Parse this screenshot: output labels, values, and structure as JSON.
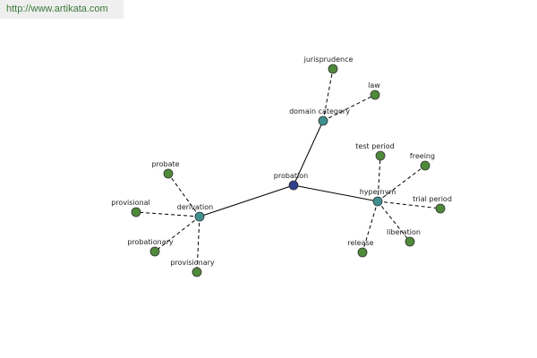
{
  "watermark": "http://www.artikata.com",
  "colors": {
    "root": "#2f3f8a",
    "relation": "#3f8f8f",
    "leaf": "#4f8a3a",
    "node_stroke": "#333333"
  },
  "graph": {
    "nodes": [
      {
        "id": "probation",
        "label": "probation",
        "kind": "root"
      },
      {
        "id": "domain_category",
        "label": "domain category",
        "kind": "relation"
      },
      {
        "id": "hypernym",
        "label": "hypernym",
        "kind": "relation"
      },
      {
        "id": "derivation",
        "label": "derivation",
        "kind": "relation"
      },
      {
        "id": "jurisprudence",
        "label": "jurisprudence",
        "kind": "leaf"
      },
      {
        "id": "law",
        "label": "law",
        "kind": "leaf"
      },
      {
        "id": "test_period",
        "label": "test period",
        "kind": "leaf"
      },
      {
        "id": "freeing",
        "label": "freeing",
        "kind": "leaf"
      },
      {
        "id": "trial_period",
        "label": "trial period",
        "kind": "leaf"
      },
      {
        "id": "liberation",
        "label": "liberation",
        "kind": "leaf"
      },
      {
        "id": "release",
        "label": "release",
        "kind": "leaf"
      },
      {
        "id": "probate",
        "label": "probate",
        "kind": "leaf"
      },
      {
        "id": "provisional",
        "label": "provisional",
        "kind": "leaf"
      },
      {
        "id": "probationary",
        "label": "probationary",
        "kind": "leaf"
      },
      {
        "id": "provisionary",
        "label": "provisionary",
        "kind": "leaf"
      }
    ],
    "edges": [
      {
        "from": "probation",
        "to": "domain_category",
        "style": "solid"
      },
      {
        "from": "probation",
        "to": "hypernym",
        "style": "solid"
      },
      {
        "from": "probation",
        "to": "derivation",
        "style": "solid"
      },
      {
        "from": "domain_category",
        "to": "jurisprudence",
        "style": "dashed"
      },
      {
        "from": "domain_category",
        "to": "law",
        "style": "dashed"
      },
      {
        "from": "hypernym",
        "to": "test_period",
        "style": "dashed"
      },
      {
        "from": "hypernym",
        "to": "freeing",
        "style": "dashed"
      },
      {
        "from": "hypernym",
        "to": "trial_period",
        "style": "dashed"
      },
      {
        "from": "hypernym",
        "to": "liberation",
        "style": "dashed"
      },
      {
        "from": "hypernym",
        "to": "release",
        "style": "dashed"
      },
      {
        "from": "derivation",
        "to": "probate",
        "style": "dashed"
      },
      {
        "from": "derivation",
        "to": "provisional",
        "style": "dashed"
      },
      {
        "from": "derivation",
        "to": "probationary",
        "style": "dashed"
      },
      {
        "from": "derivation",
        "to": "provisionary",
        "style": "dashed"
      }
    ]
  }
}
